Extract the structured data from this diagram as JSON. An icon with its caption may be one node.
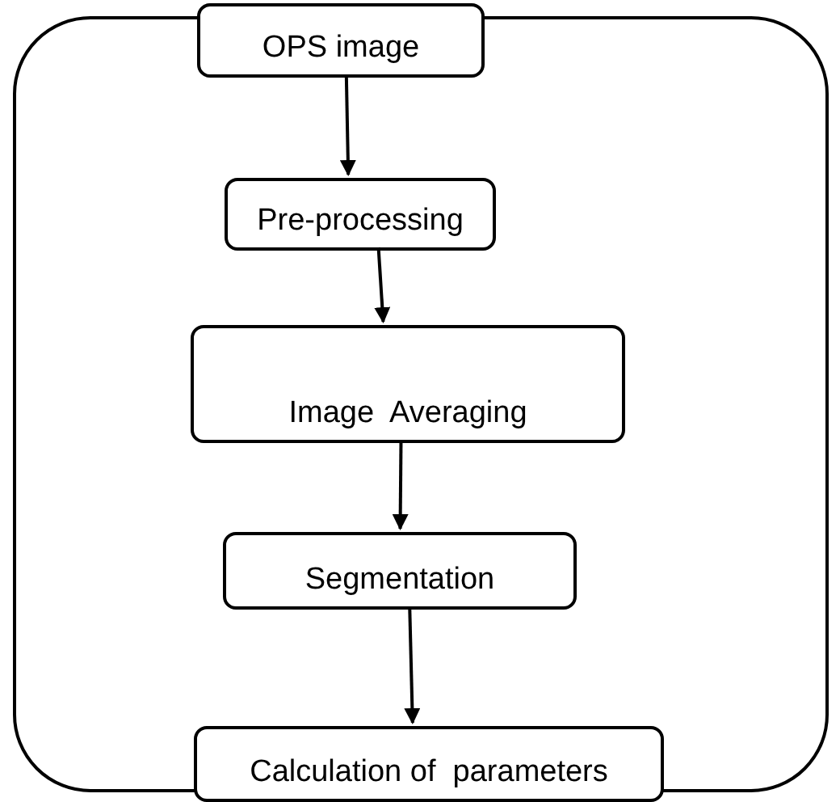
{
  "diagram": {
    "nodes": [
      {
        "text": [],
        "shape": "box"
      },
      {
        "text": [
          "OPS image"
        ],
        "in": 0
      },
      {
        "text": [
          "Pre-processing"
        ],
        "in": 0
      },
      {
        "text": [
          "Image  Averaging"
        ],
        "in": 0
      },
      {
        "text": [
          "Segmentation"
        ],
        "in": 0
      },
      {
        "text": [
          "Calculation of  parameters"
        ],
        "in": 0
      }
    ],
    "edges": [
      {
        "from": 1,
        "to": 2,
        "arrow": "to"
      },
      {
        "from": 2,
        "to": 3,
        "arrow": "to"
      },
      {
        "from": 3,
        "to": 4,
        "arrow": "to"
      },
      {
        "from": 4,
        "to": 5,
        "arrow": "to"
      }
    ]
  }
}
